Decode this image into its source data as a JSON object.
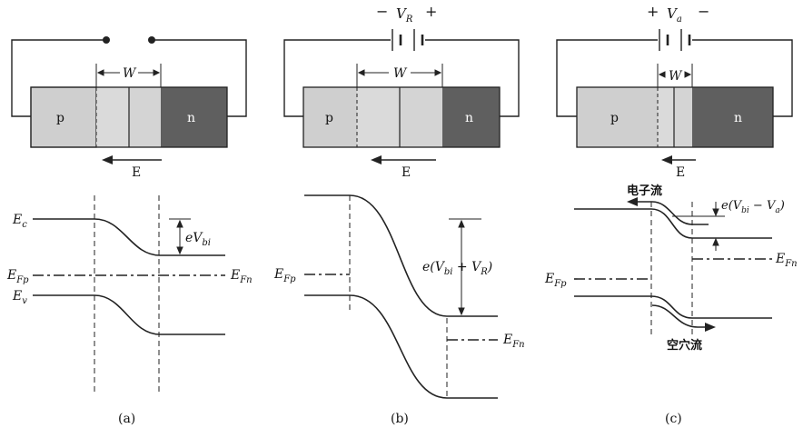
{
  "panels": [
    {
      "caption": "(a)",
      "p_label": "p",
      "n_label": "n",
      "width_label": "W",
      "field_label": "E",
      "supply_label": "",
      "band": {
        "ec_label": "E",
        "ec_sub": "c",
        "ev_label": "E",
        "ev_sub": "v",
        "efp_label": "E",
        "efp_sub": "Fp",
        "efn_label": "E",
        "efn_sub": "Fn",
        "barrier_label": "eV",
        "barrier_sub": "bi"
      }
    },
    {
      "caption": "(b)",
      "p_label": "p",
      "n_label": "n",
      "width_label": "W",
      "field_label": "E",
      "supply_label": "V",
      "supply_sub": "R",
      "left_sign": "−",
      "right_sign": "+",
      "band": {
        "efp_label": "E",
        "efp_sub": "Fp",
        "efn_label": "E",
        "efn_sub": "Fn",
        "barrier_label": "e(V",
        "barrier_sub": "bi",
        "barrier_tail": " + V",
        "barrier_tail_sub": "R",
        "barrier_close": ")"
      }
    },
    {
      "caption": "(c)",
      "p_label": "p",
      "n_label": "n",
      "width_label": "W",
      "field_label": "E",
      "supply_label": "V",
      "supply_sub": "a",
      "left_sign": "+",
      "right_sign": "−",
      "band": {
        "efp_label": "E",
        "efp_sub": "Fp",
        "efn_label": "E",
        "efn_sub": "Fn",
        "barrier_label": "e(V",
        "barrier_sub": "bi",
        "barrier_tail": " − V",
        "barrier_tail_sub": "a",
        "barrier_close": ")",
        "electron_flow": "电子流",
        "hole_flow": "空穴流"
      }
    }
  ],
  "colors": {
    "p_region": "#cfcfcf",
    "depletion_p": "#d9d9d9",
    "depletion_n": "#d2d2d2",
    "n_region": "#5f5f5f",
    "line": "#222222"
  }
}
